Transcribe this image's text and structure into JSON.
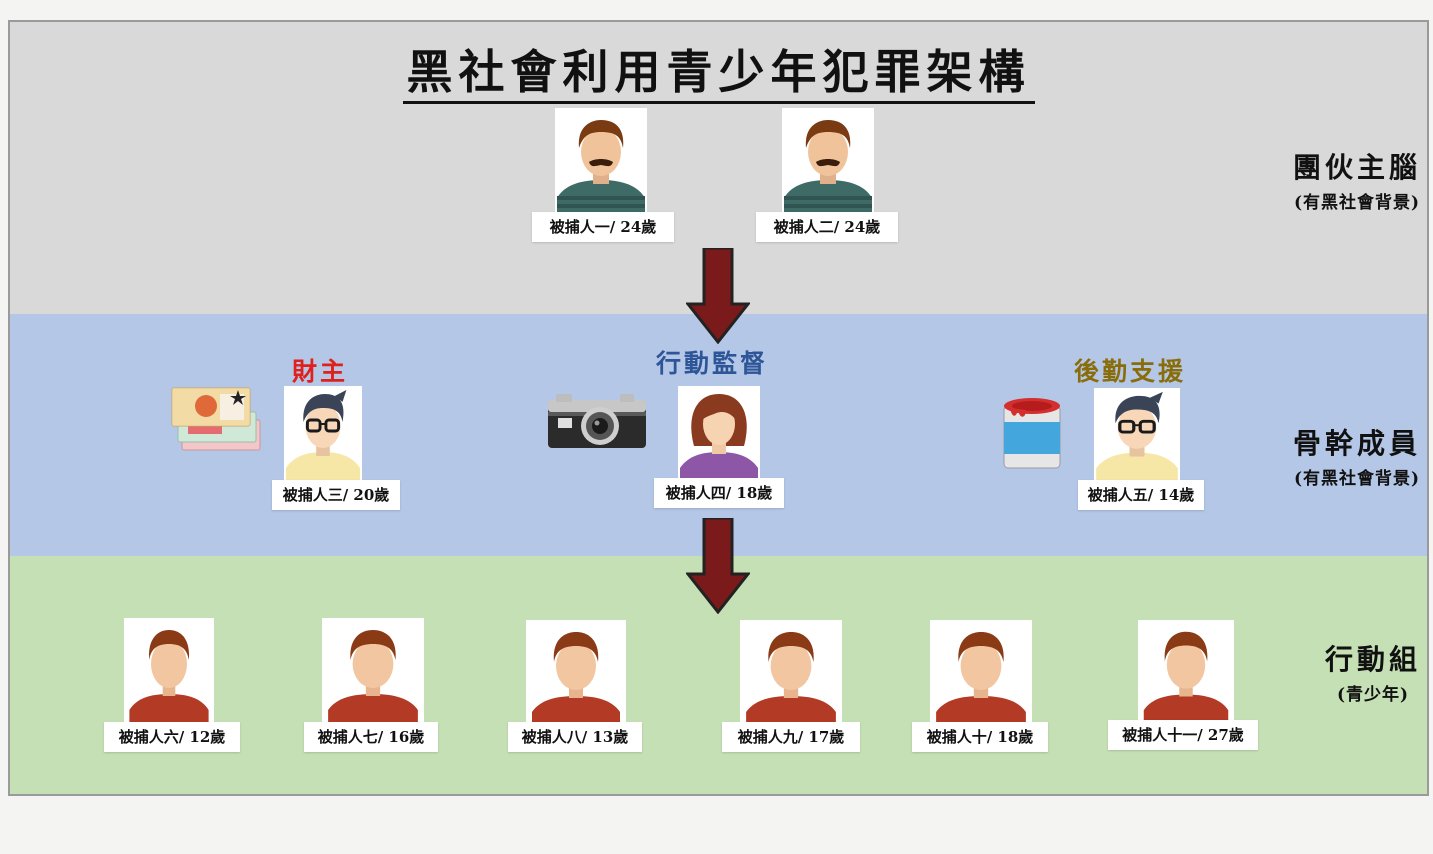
{
  "title": "黑社會利用青少年犯罪架構",
  "tiers": {
    "leaders": {
      "label": "團伙主腦",
      "sub": "(有黑社會背景)"
    },
    "core": {
      "label": "骨幹成員",
      "sub": "(有黑社會背景)"
    },
    "action": {
      "label": "行動組",
      "sub": "(青少年)"
    }
  },
  "roles": {
    "financier": {
      "label": "財主",
      "color": "#e0201c"
    },
    "supervisor": {
      "label": "行動監督",
      "color": "#2e5597"
    },
    "logistics": {
      "label": "後勤支援",
      "color": "#8a6d0b"
    }
  },
  "people": {
    "p1": "被捕人一/ 24歲",
    "p2": "被捕人二/ 24歲",
    "p3": "被捕人三/ 20歲",
    "p4": "被捕人四/ 18歲",
    "p5": "被捕人五/ 14歲",
    "p6": "被捕人六/ 12歲",
    "p7": "被捕人七/ 16歲",
    "p8": "被捕人八/ 13歲",
    "p9": "被捕人九/ 17歲",
    "p10": "被捕人十/ 18歲",
    "p11": "被捕人十一/ 27歲"
  },
  "icons": {
    "financier": "banknotes-icon",
    "supervisor": "camera-icon",
    "logistics": "paint-can-icon",
    "arrows": "down-arrow-icon"
  }
}
